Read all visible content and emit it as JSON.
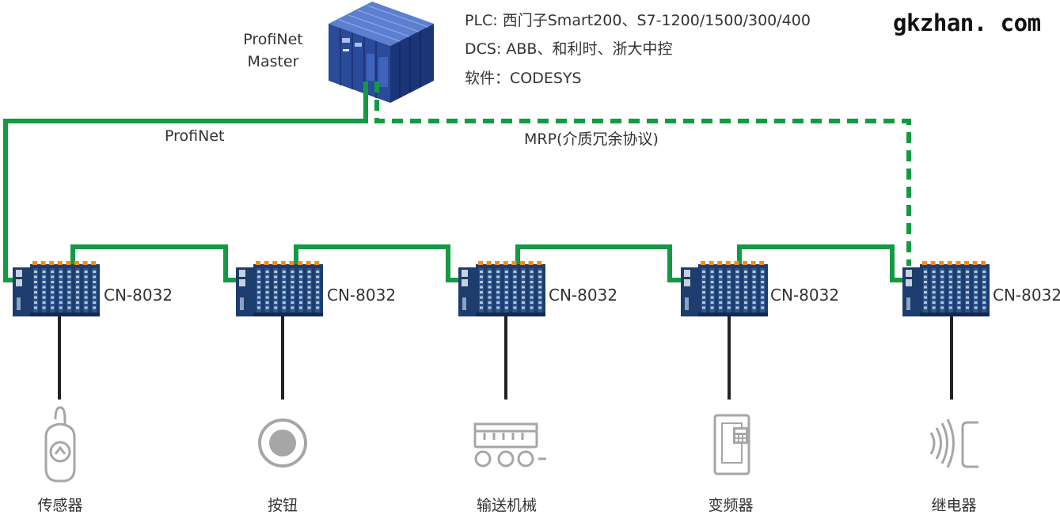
{
  "master": {
    "label_line1": "ProfiNet",
    "label_line2": "Master",
    "icon": "plc-rack-icon"
  },
  "info_lines": [
    "PLC: 西门子Smart200、S7-1200/1500/300/400",
    "DCS: ABB、和利时、浙大中控",
    "软件：CODESYS"
  ],
  "watermark": "gkzhan. com",
  "links": {
    "primary_label": "ProfiNet",
    "redundant_label": "MRP(介质冗余协议)"
  },
  "modules": [
    {
      "label": "CN-8032"
    },
    {
      "label": "CN-8032"
    },
    {
      "label": "CN-8032"
    },
    {
      "label": "CN-8032"
    },
    {
      "label": "CN-8032"
    }
  ],
  "devices": [
    {
      "label": "传感器",
      "icon": "sensor-icon"
    },
    {
      "label": "按钮",
      "icon": "button-icon"
    },
    {
      "label": "输送机械",
      "icon": "conveyor-icon"
    },
    {
      "label": "变频器",
      "icon": "inverter-icon"
    },
    {
      "label": "继电器",
      "icon": "relay-icon"
    }
  ],
  "colors": {
    "network_green": "#139a43",
    "module_navy": "#1c3d6e",
    "plc_blue": "#2e4f9e",
    "device_gray": "#a6a6a6",
    "drop_line": "#222222"
  }
}
